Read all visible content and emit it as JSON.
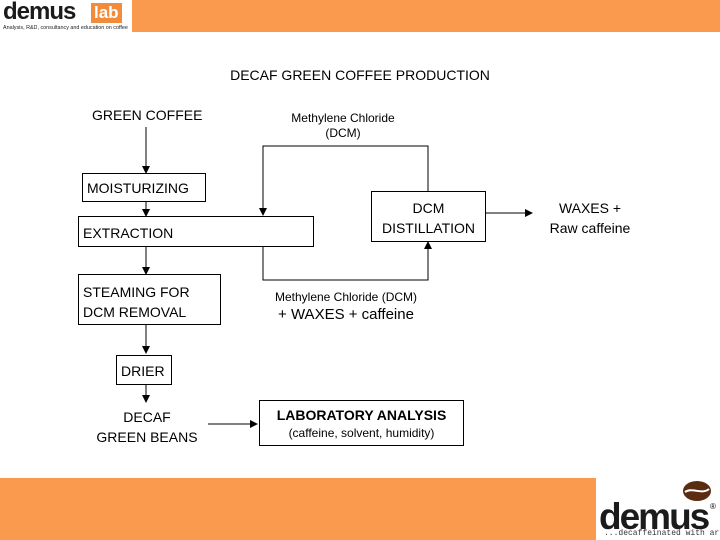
{
  "header": {
    "logo_word": "demus",
    "logo_lab": "lab",
    "logo_tagline": "Analysis, R&D, consultancy and education on coffee"
  },
  "title": "DECAF GREEN COFFEE PRODUCTION",
  "nodes": {
    "green_coffee": "GREEN COFFEE",
    "moisturizing": "MOISTURIZING",
    "extraction": "EXTRACTION",
    "steaming_line1": "STEAMING FOR",
    "steaming_line2": "DCM REMOVAL",
    "drier": "DRIER",
    "decaf_line1": "DECAF",
    "decaf_line2": "GREEN BEANS",
    "distillation_line1": "DCM",
    "distillation_line2": "DISTILLATION",
    "waxes_line1": "WAXES +",
    "waxes_line2": "Raw caffeine",
    "lab_title": "LABORATORY ANALYSIS",
    "lab_subtitle": "(caffeine, solvent, humidity)"
  },
  "labels": {
    "dcm_top_line1": "Methylene Chloride",
    "dcm_top_line2": "(DCM)",
    "dcm_bottom_line1": "Methylene Chloride (DCM)",
    "dcm_bottom_line2": "+ WAXES + caffeine"
  },
  "footer": {
    "logo_word": "demus",
    "logo_reg": "®",
    "logo_tagline": "...decaffeinated with art"
  },
  "colors": {
    "band": "#FA9A4F",
    "accent": "#F28C3B"
  }
}
